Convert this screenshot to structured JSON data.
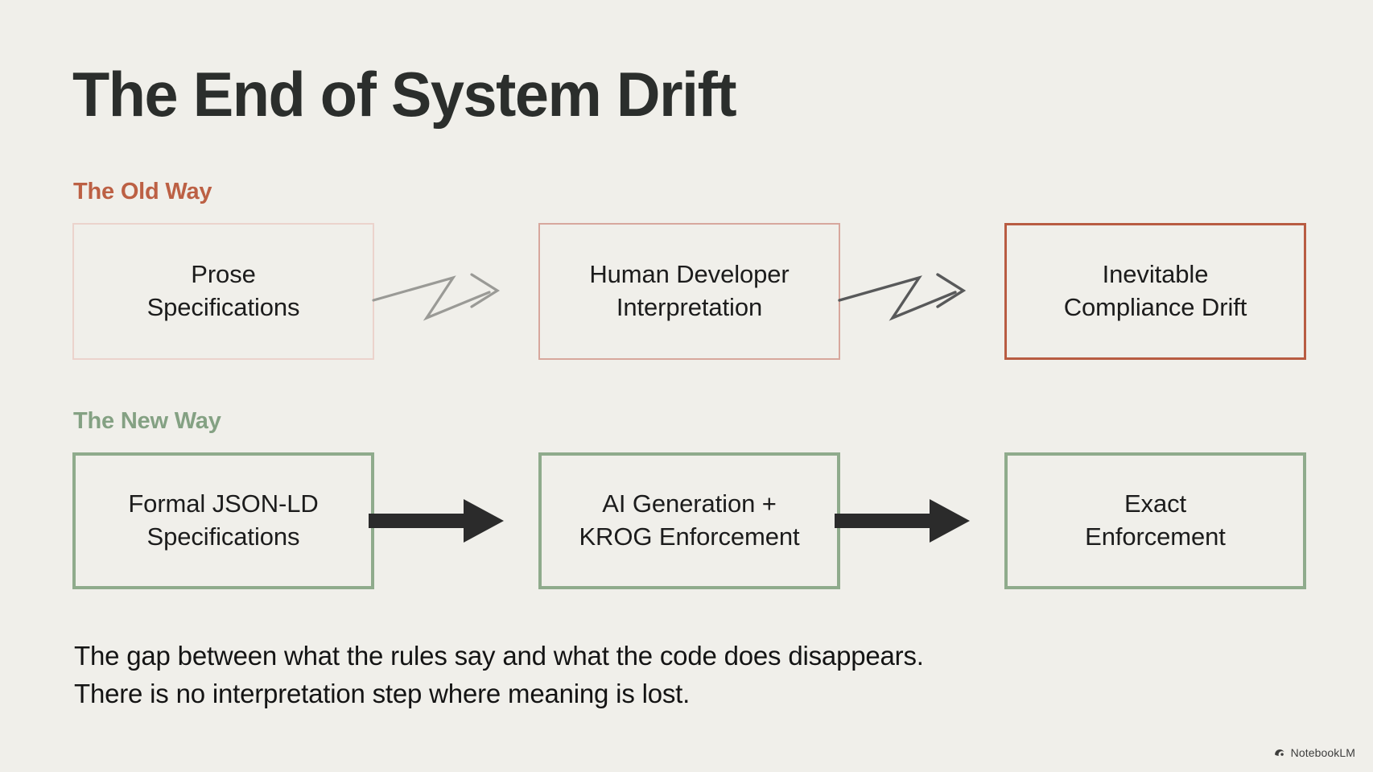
{
  "slide": {
    "title": "The End of System Drift",
    "background_color": "#F0EFEA",
    "title_color": "#2B2E2C"
  },
  "sections": {
    "old": {
      "label": "The Old Way",
      "label_color": "#BC6044",
      "steps": [
        {
          "line1": "Prose",
          "line2": "Specifications",
          "border_color": "#EBD3CC"
        },
        {
          "line1": "Human Developer",
          "line2": "Interpretation",
          "border_color": "#D7A79D"
        },
        {
          "line1": "Inevitable",
          "line2": "Compliance Drift",
          "border_color": "#B85C42"
        }
      ],
      "connectors": [
        {
          "kind": "zigzag-arrow",
          "color": "#9A9A96"
        },
        {
          "kind": "zigzag-arrow",
          "color": "#58595A"
        }
      ]
    },
    "new": {
      "label": "The New Way",
      "label_color": "#84A183",
      "steps": [
        {
          "line1": "Formal JSON-LD",
          "line2": "Specifications",
          "border_color": "#8FAB8C"
        },
        {
          "line1": "AI Generation +",
          "line2": "KROG Enforcement",
          "border_color": "#8FAB8C"
        },
        {
          "line1": "Exact",
          "line2": "Enforcement",
          "border_color": "#8FAB8C"
        }
      ],
      "connectors": [
        {
          "kind": "solid-arrow",
          "color": "#2B2B2B"
        },
        {
          "kind": "solid-arrow",
          "color": "#2B2B2B"
        }
      ]
    }
  },
  "caption": {
    "line1": "The gap between what the rules say and what the code does disappears.",
    "line2": "There is no interpretation step where meaning is lost."
  },
  "watermark": {
    "label": "NotebookLM",
    "icon": "notebooklm-logo-icon"
  }
}
